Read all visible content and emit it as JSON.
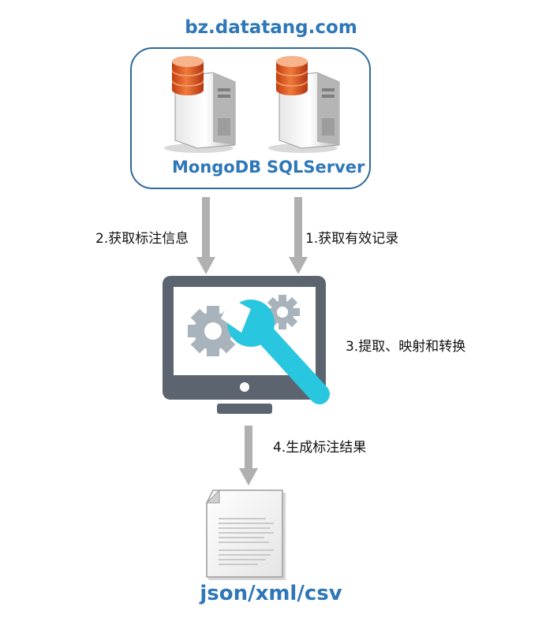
{
  "site": {
    "title": "bz.datatang.com"
  },
  "servers": [
    {
      "label": "MongoDB",
      "icon": "database-server-icon"
    },
    {
      "label": "SQLServer",
      "icon": "database-server-icon"
    }
  ],
  "steps": {
    "step1": "1.获取有效记录",
    "step2": "2.获取标注信息",
    "step3": "3.提取、映射和转换",
    "step4": "4.生成标注结果"
  },
  "output": {
    "label": "json/xml/csv",
    "icon": "document-icon"
  },
  "colors": {
    "title_blue": "#2e77b8",
    "box_border": "#2e6a9a",
    "arrow_gray": "#b0b0b0",
    "monitor_gray": "#5c6470",
    "wrench_cyan": "#29c6e0",
    "gear_gray": "#a9b3bb",
    "db_orange": "#e0561c"
  }
}
